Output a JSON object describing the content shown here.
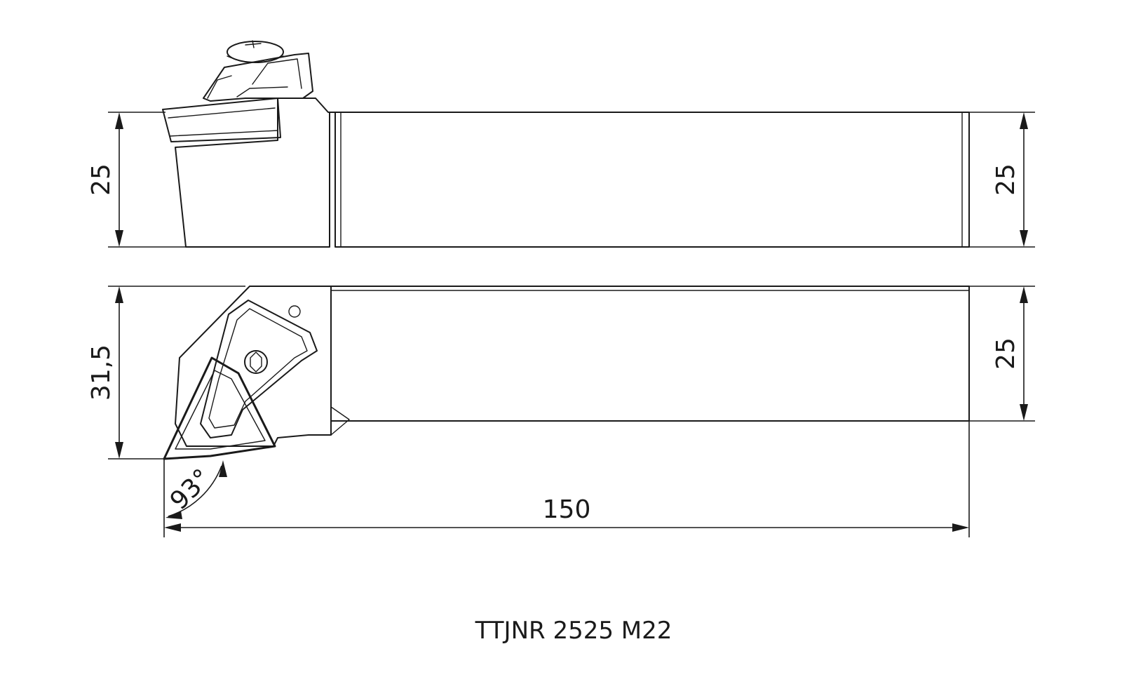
{
  "dimensions": {
    "side_height_left": "25",
    "side_height_right": "25",
    "top_height_left": "31,5",
    "top_height_right": "25",
    "overall_length": "150",
    "approach_angle": "93°"
  },
  "caption": "TTJNR 2525 M22"
}
